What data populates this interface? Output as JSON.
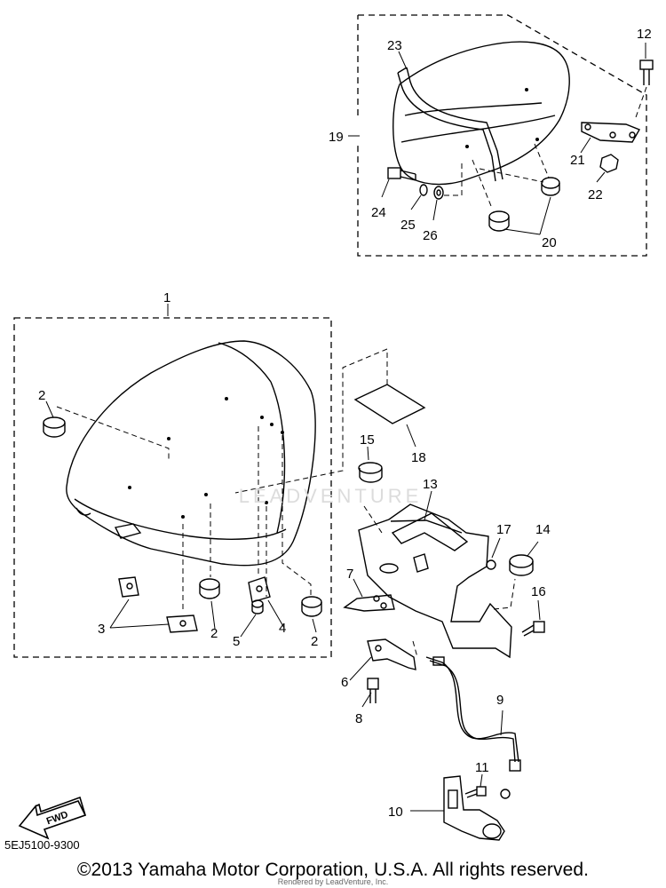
{
  "diagram": {
    "code": "5EJ5100-9300",
    "copyright": "©2013 Yamaha Motor Corporation, U.S.A. All rights reserved.",
    "rendered_by": "Rendered by LeadVenture, Inc.",
    "watermark": "LEADVENTURE",
    "fwd_label": "FWD",
    "callouts": {
      "c1": "1",
      "c2a": "2",
      "c2b": "2",
      "c2c": "2",
      "c3": "3",
      "c4": "4",
      "c5": "5",
      "c6": "6",
      "c7": "7",
      "c8": "8",
      "c9": "9",
      "c10": "10",
      "c11": "11",
      "c12": "12",
      "c13": "13",
      "c14": "14",
      "c15": "15",
      "c16": "16",
      "c17": "17",
      "c18": "18",
      "c19": "19",
      "c20": "20",
      "c21": "21",
      "c22": "22",
      "c23": "23",
      "c24": "24",
      "c25": "25",
      "c26": "26"
    }
  }
}
